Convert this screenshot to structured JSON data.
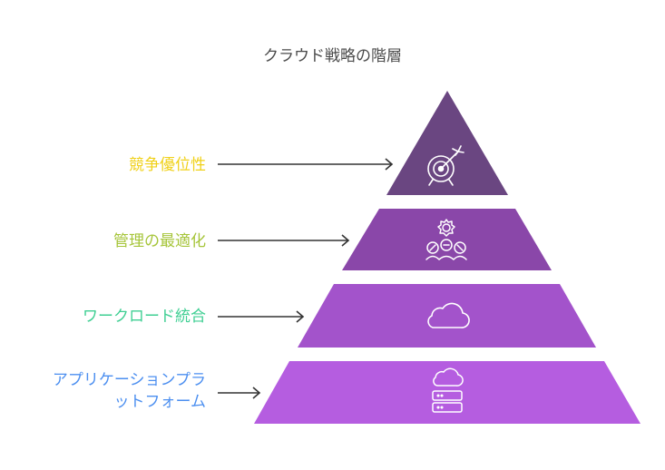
{
  "title": "クラウド戦略の階層",
  "levels": [
    {
      "label": "競争優位性",
      "color": "#6a4681",
      "label_color": "#f0d11a",
      "icon": "target-icon"
    },
    {
      "label": "管理の最適化",
      "color": "#8a47a9",
      "label_color": "#a6c53a",
      "icon": "optimization-icon"
    },
    {
      "label": "ワークロード統合",
      "color": "#a353cb",
      "label_color": "#3fcf93",
      "icon": "cloud-icon"
    },
    {
      "label_line1": "アプリケーションプラ",
      "label_line2": "ットフォーム",
      "color": "#b55de0",
      "label_color": "#4c8ff0",
      "icon": "cloud-server-icon"
    }
  ]
}
